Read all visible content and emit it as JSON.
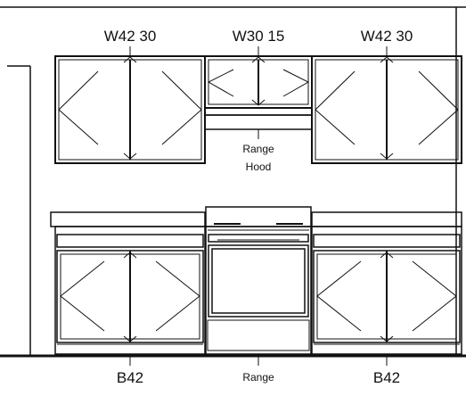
{
  "labels": {
    "upper_left": "W42 30",
    "upper_center": "W30 15",
    "upper_right": "W42 30",
    "hood_line1": "Range",
    "hood_line2": "Hood",
    "base_left": "B42",
    "base_center": "Range",
    "base_right": "B42"
  },
  "colors": {
    "line": "#111111",
    "background": "#ffffff"
  }
}
